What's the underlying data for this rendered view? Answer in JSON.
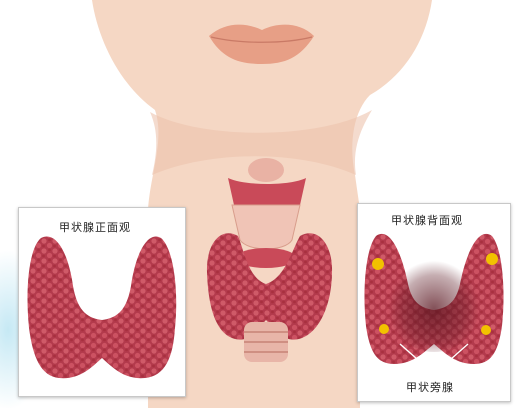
{
  "labels": {
    "front_view": "甲状腺正面观",
    "back_view": "甲状腺背面观",
    "parathyroid": "甲状旁腺"
  },
  "colors": {
    "skin": "#f5d7c4",
    "lips": "#e79f86",
    "thyroid": "#b8384a",
    "parathyroid": "#f2c200",
    "cartilage": "#e8b5a8",
    "background_glow": "#bfe6f3"
  }
}
